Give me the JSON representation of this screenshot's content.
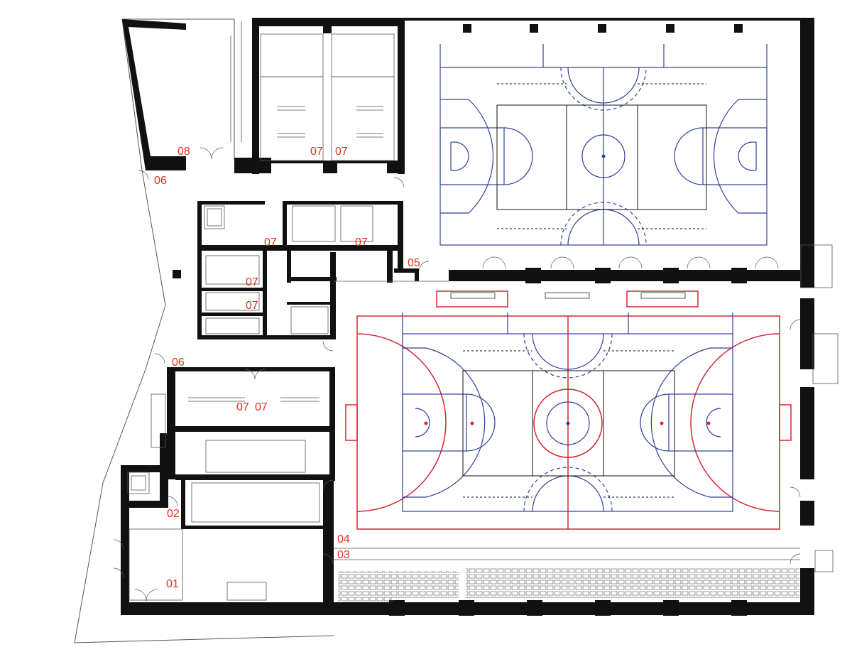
{
  "colors": {
    "wall": "#111111",
    "thin_line": "#555555",
    "label": "#e0301e",
    "court_blue": "#2f3f9b",
    "court_red": "#d4262e",
    "court_black": "#111111"
  },
  "room_labels": {
    "l01": "01",
    "l02": "02",
    "l03": "03",
    "l04": "04",
    "l05": "05",
    "l06a": "06",
    "l06b": "06",
    "l07a": "07",
    "l07b": "07",
    "l07c": "07",
    "l07d": "07",
    "l07e": "07",
    "l07f": "07",
    "l07g": "07",
    "l07h": "07",
    "l08": "08"
  }
}
